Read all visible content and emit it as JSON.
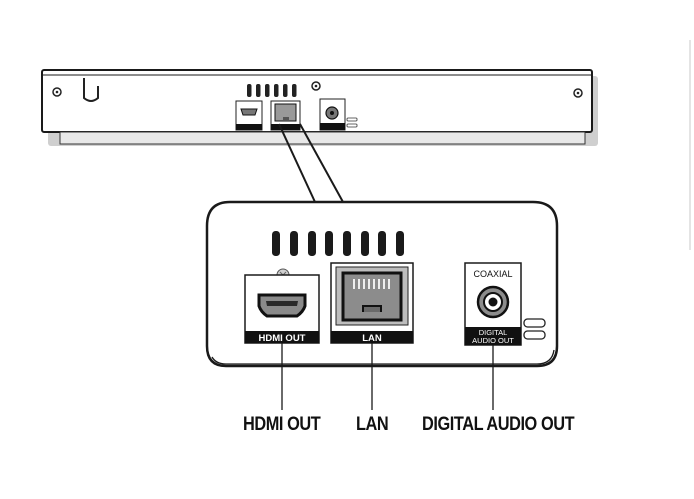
{
  "panel": {
    "hdmi_port_label": "HDMI OUT",
    "lan_port_label": "LAN",
    "coaxial_label": "COAXIAL",
    "digital_audio_label_line1": "DIGITAL",
    "digital_audio_label_line2": "AUDIO OUT"
  },
  "callouts": {
    "hdmi": "HDMI OUT",
    "lan": "LAN",
    "digital_audio": "DIGITAL AUDIO OUT"
  },
  "colors": {
    "outline": "#1a1a1a",
    "panel_fill": "#ffffff",
    "port_fill": "#8c8c8c",
    "label_bar": "#111111",
    "shadow": "#d6d6d6"
  }
}
